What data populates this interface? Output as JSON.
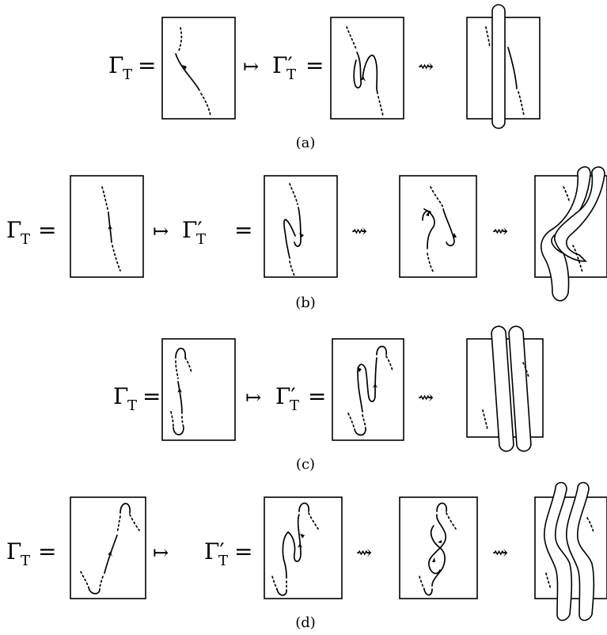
{
  "symbols": {
    "gamma": "Γ",
    "gamma_prime": "Γ′",
    "subscript": "T",
    "equals": "=",
    "mapsto": "↦",
    "squiggle": "⇝"
  },
  "captions": [
    "(a)",
    "(b)",
    "(c)",
    "(d)"
  ]
}
